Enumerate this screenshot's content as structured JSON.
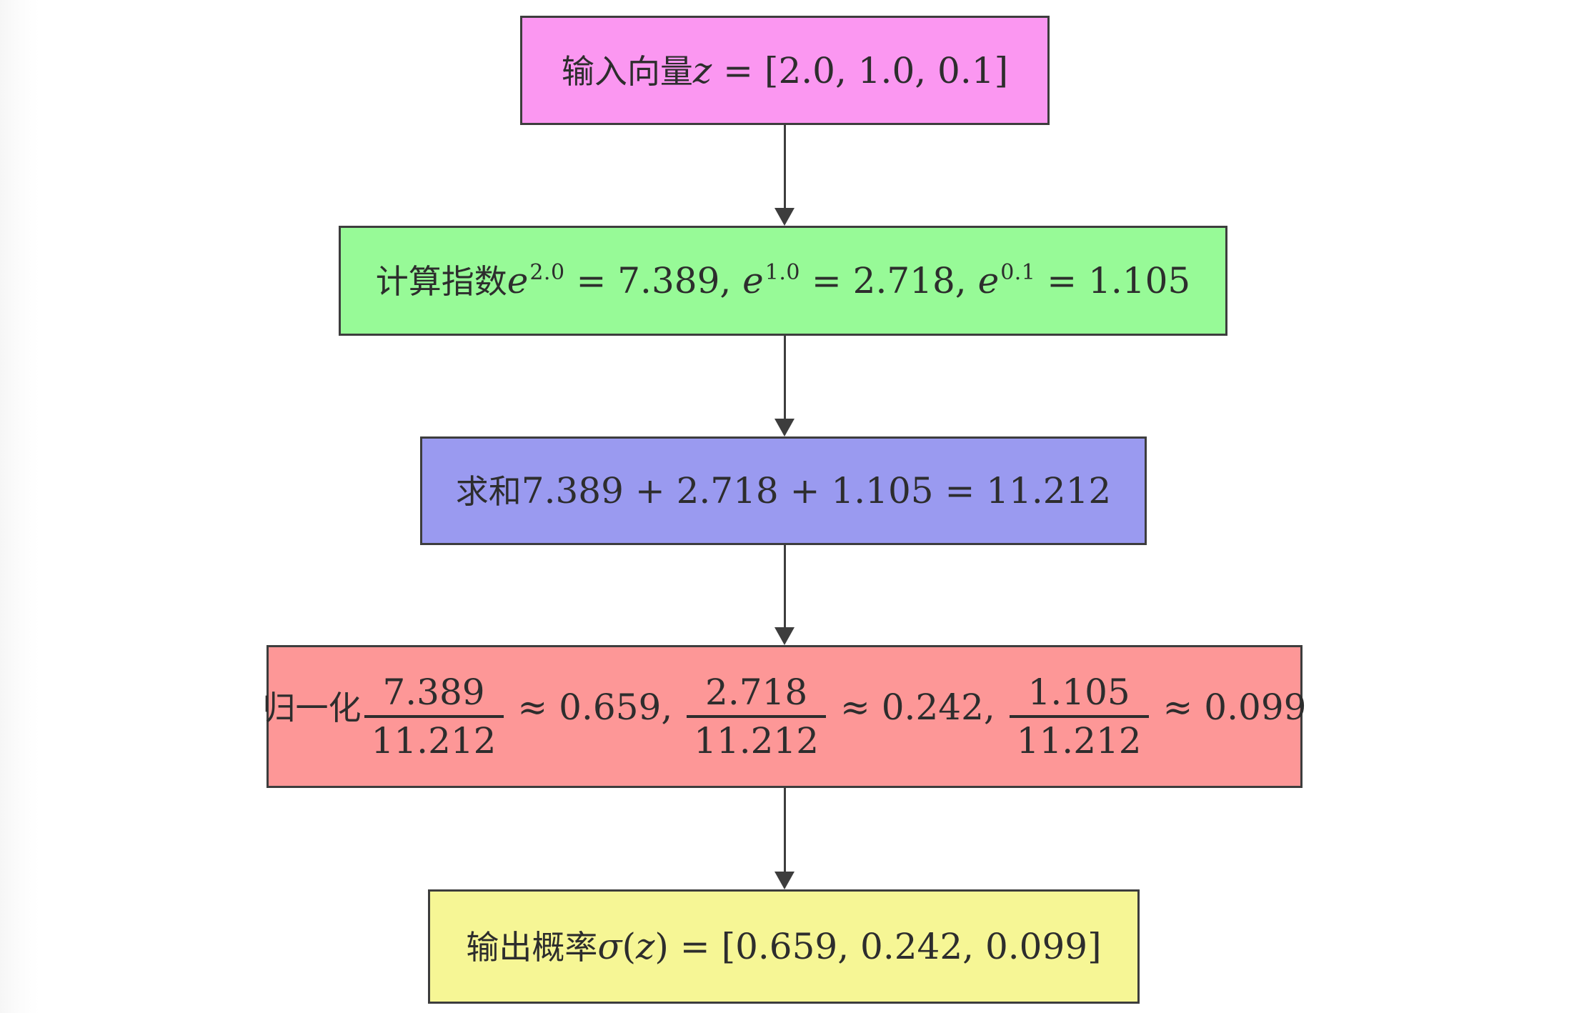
{
  "diagram": {
    "description_visible": false,
    "flow_order": [
      "input",
      "exponent",
      "sum",
      "normalize",
      "output"
    ],
    "edges": [
      {
        "from": "input",
        "to": "exponent"
      },
      {
        "from": "exponent",
        "to": "sum"
      },
      {
        "from": "sum",
        "to": "normalize"
      },
      {
        "from": "normalize",
        "to": "output"
      }
    ]
  },
  "colors": {
    "page_bg": "#ffffff",
    "border": "#3d3d3d",
    "text": "#2d2d2d",
    "arrow": "#3d3d3d",
    "input_bg": "#fb97f1",
    "exponent_bg": "#97fa97",
    "sum_bg": "#9a9af0",
    "normalize_bg": "#fd9797",
    "output_bg": "#f6f695"
  },
  "nodes": {
    "input": {
      "label_zh": "输入向量",
      "var": "z",
      "rest": " = [2.0, 1.0, 0.1]",
      "bg": "#fb97f1"
    },
    "exponent": {
      "label_zh": "计算指数",
      "terms": [
        {
          "base": "e",
          "sup": "2.0",
          "rest": " = 7.389, "
        },
        {
          "base": "e",
          "sup": "1.0",
          "rest": " = 2.718, "
        },
        {
          "base": "e",
          "sup": "0.1",
          "rest": " = 1.105"
        }
      ],
      "bg": "#97fa97"
    },
    "sum": {
      "label_zh": "求和",
      "formula": "7.389 + 2.718 + 1.105 = 11.212",
      "bg": "#9a9af0"
    },
    "normalize": {
      "label_zh": "归一化",
      "terms": [
        {
          "num": "7.389",
          "den": "11.212",
          "rest": " ≈ 0.659, "
        },
        {
          "num": "2.718",
          "den": "11.212",
          "rest": " ≈ 0.242, "
        },
        {
          "num": "1.105",
          "den": "11.212",
          "rest": " ≈ 0.099"
        }
      ],
      "bg": "#fd9797"
    },
    "output": {
      "label_zh": "输出概率",
      "sigma": "σ",
      "paren_open": "(",
      "var": "z",
      "rest": ") = [0.659, 0.242, 0.099]",
      "bg": "#f6f695"
    }
  }
}
